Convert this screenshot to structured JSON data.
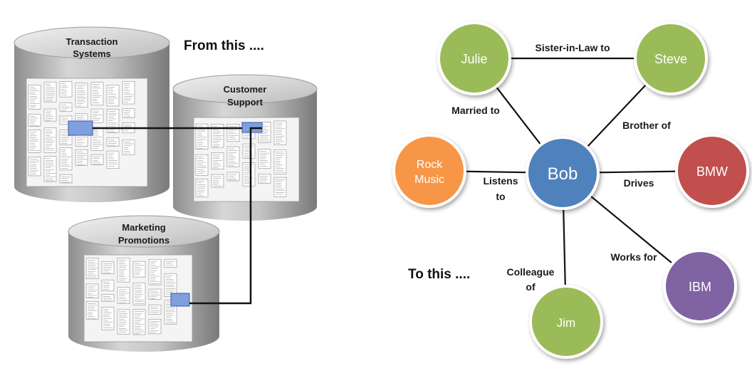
{
  "headings": {
    "from": "From this ....",
    "to": "To this ...."
  },
  "databases": [
    {
      "id": "transaction",
      "line1": "Transaction",
      "line2": "Systems"
    },
    {
      "id": "customer",
      "line1": "Customer",
      "line2": "Support"
    },
    {
      "id": "marketing",
      "line1": "Marketing",
      "line2": "Promotions"
    }
  ],
  "graph": {
    "nodes": [
      {
        "id": "julie",
        "line1": "Julie",
        "line2": "",
        "color": "#9bbb59"
      },
      {
        "id": "steve",
        "line1": "Steve",
        "line2": "",
        "color": "#9bbb59"
      },
      {
        "id": "rock",
        "line1": "Rock",
        "line2": "Music",
        "color": "#f79646"
      },
      {
        "id": "bob",
        "line1": "Bob",
        "line2": "",
        "color": "#4f81bd"
      },
      {
        "id": "bmw",
        "line1": "BMW",
        "line2": "",
        "color": "#c0504d"
      },
      {
        "id": "ibm",
        "line1": "IBM",
        "line2": "",
        "color": "#8064a2"
      },
      {
        "id": "jim",
        "line1": "Jim",
        "line2": "",
        "color": "#9bbb59"
      }
    ],
    "edges": [
      {
        "id": "sister",
        "line1": "Sister-in-Law to",
        "line2": ""
      },
      {
        "id": "married",
        "line1": "Married to",
        "line2": ""
      },
      {
        "id": "brother",
        "line1": "Brother of",
        "line2": ""
      },
      {
        "id": "listens",
        "line1": "Listens",
        "line2": "to"
      },
      {
        "id": "drives",
        "line1": "Drives",
        "line2": ""
      },
      {
        "id": "works",
        "line1": "Works for",
        "line2": ""
      },
      {
        "id": "colleague",
        "line1": "Colleague",
        "line2": "of"
      }
    ]
  },
  "colors": {
    "node_stroke": "#ffffff",
    "edge": "#111111",
    "cylinder": "#b9b9b9",
    "highlight": "#7f9fde"
  }
}
